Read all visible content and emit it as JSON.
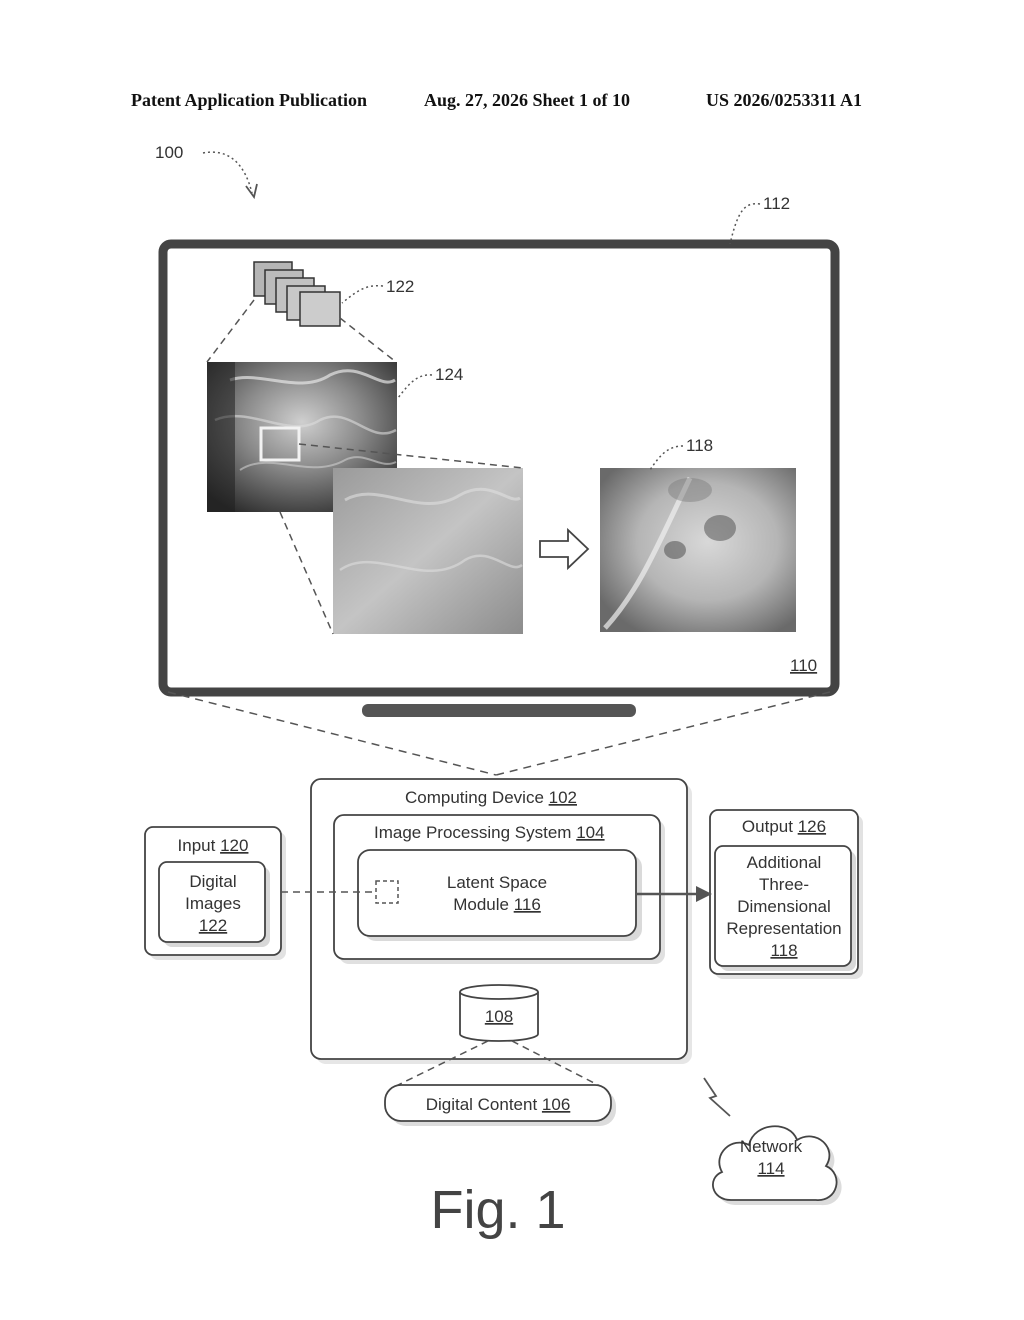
{
  "header": {
    "left": "Patent Application Publication",
    "middle": "Aug. 27, 2026  Sheet 1 of 10",
    "right": "US 2026/0253311 A1"
  },
  "refs": {
    "system": "100",
    "display_device": "112",
    "digital_images": "122",
    "input_image": "124",
    "output_representation": "118",
    "screen": "110"
  },
  "computing_device": {
    "label": "Computing Device ",
    "ref": "102"
  },
  "image_processing": {
    "label": "Image Processing System ",
    "ref": "104"
  },
  "latent_module": {
    "line1": "Latent Space",
    "line2": "Module ",
    "ref": "116"
  },
  "input": {
    "label": "Input ",
    "ref": "120",
    "line1": "Digital",
    "line2": "Images",
    "item_ref": "122"
  },
  "output": {
    "label": "Output ",
    "ref": "126",
    "line1": "Additional",
    "line2": "Three-",
    "line3": "Dimensional",
    "line4": "Representation",
    "item_ref": "118"
  },
  "storage": {
    "ref": "108"
  },
  "digital_content": {
    "label": "Digital Content ",
    "ref": "106"
  },
  "network": {
    "label": "Network",
    "ref": "114"
  },
  "figure_label": "Fig. 1"
}
